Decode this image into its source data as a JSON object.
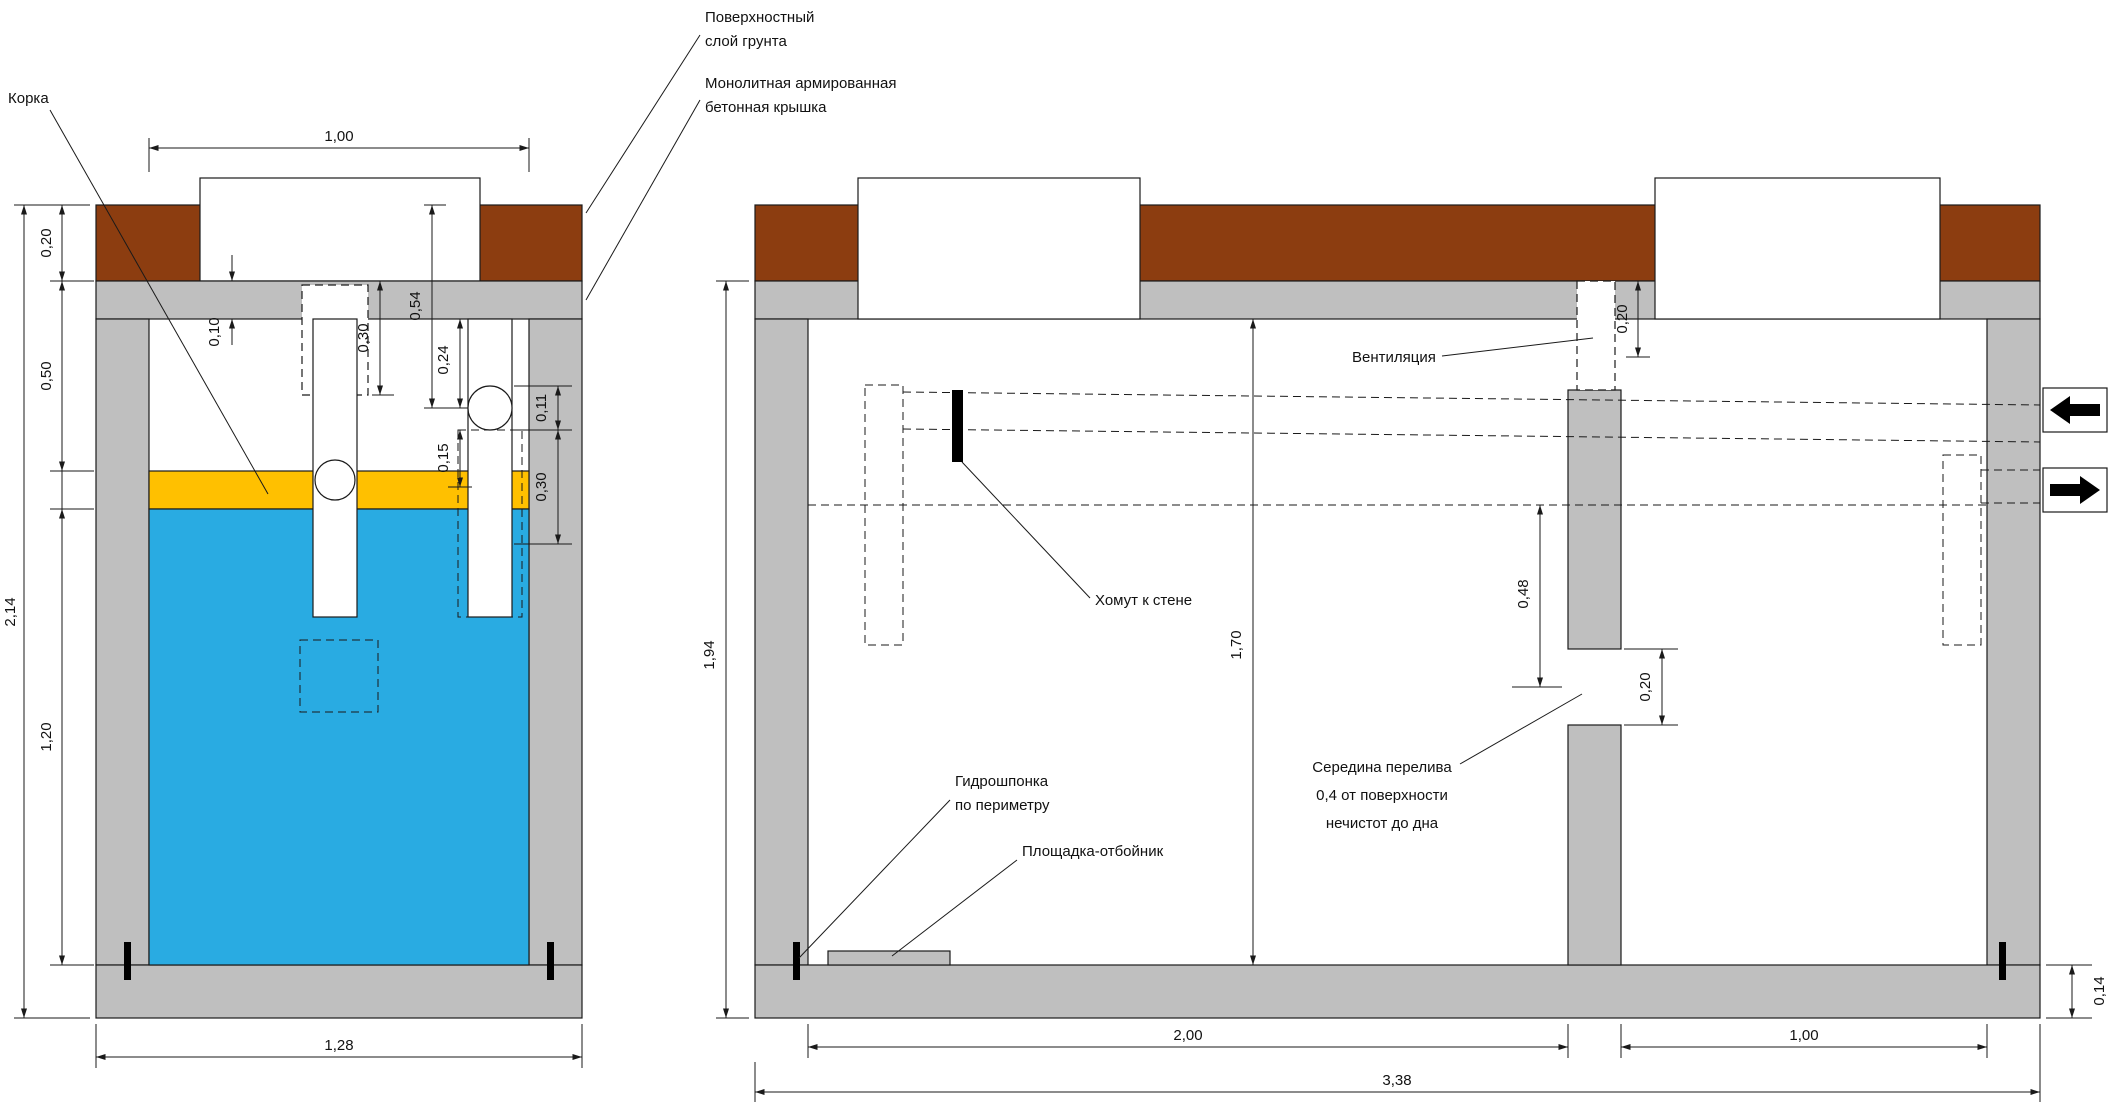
{
  "drawing": {
    "annotations": {
      "surface_soil_1": "Поверхностный",
      "surface_soil_2": "слой грунта",
      "concrete_lid_1": "Монолитная армированная",
      "concrete_lid_2": "бетонная  крышка",
      "crust": "Корка",
      "ventilation": "Вентиляция",
      "wall_clamp": "Хомут к стене",
      "waterstop_1": "Гидрошпонка",
      "waterstop_2": "по периметру",
      "deflector_pad": "Площадка-отбойник",
      "overflow_note_1": "Середина перелива",
      "overflow_note_2": "0,4 от поверхности",
      "overflow_note_3": "нечистот до дна"
    },
    "left_view": {
      "dims": {
        "inner_width": "1,00",
        "soil_depth": "0,20",
        "freeboard": "0,50",
        "sewage_depth": "1,20",
        "total_height": "2,14",
        "outer_width": "1,28",
        "lid_thickness": "0,10",
        "drop_opening": "0,30",
        "surface_to_pipe": "0,54",
        "lid_to_pipe": "0,24",
        "pipe_to_crust": "0,15",
        "pipe_diameter": "0,11",
        "outlet_drop": "0,30"
      }
    },
    "right_view": {
      "dims": {
        "total_height": "1,94",
        "inner_height": "1,70",
        "vent_offset": "0,20",
        "overflow_mid_depth": "0,48",
        "overflow_gap": "0,20",
        "chamber1_width": "2,00",
        "chamber2_width": "1,00",
        "total_width": "3,38",
        "slab_thickness": "0,14"
      }
    },
    "colors": {
      "soil": "#8C3D10",
      "concrete": "#BFBFBF",
      "crust": "#FFC000",
      "water": "#29ABE2",
      "line": "#000000"
    }
  }
}
